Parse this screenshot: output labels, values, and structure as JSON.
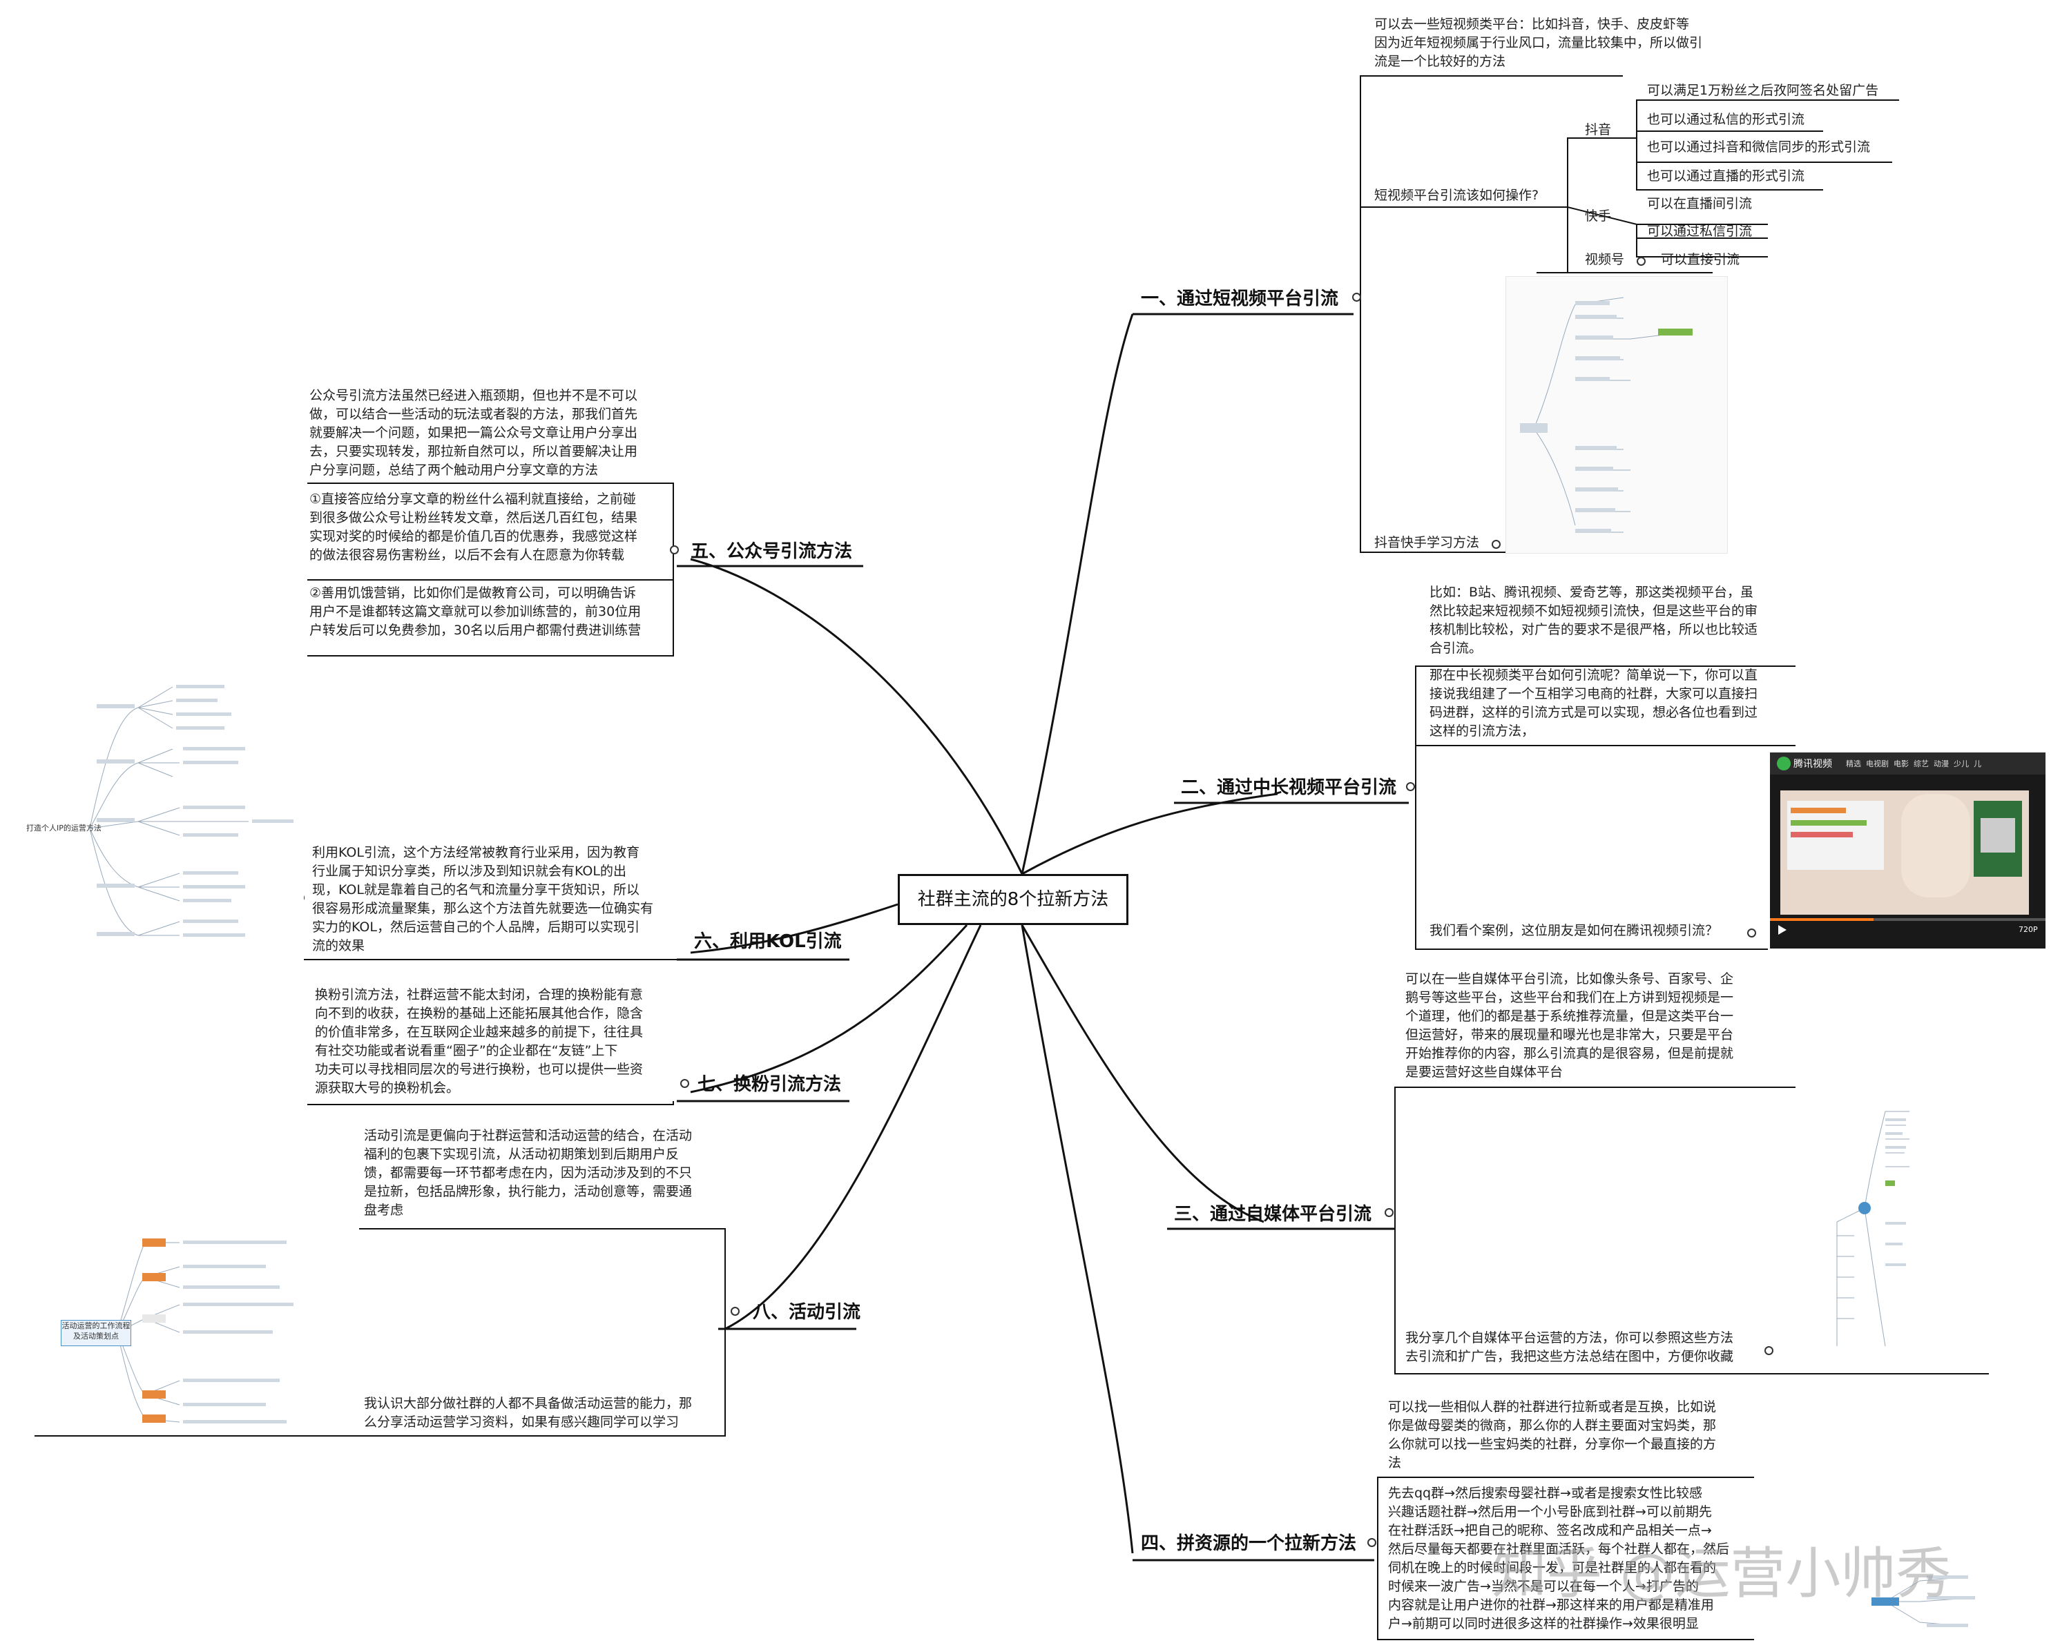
{
  "center": "社群主流的8个拉新方法",
  "branches": {
    "b1": "一、通过短视频平台引流",
    "b2": "二、通过中长视频平台引流",
    "b3": "三、通过自媒体平台引流",
    "b4": "四、拼资源的一个拉新方法",
    "b5": "五、公众号引流方法",
    "b6": "六、利用KOL引流",
    "b7": "七、换粉引流方法",
    "b8": "八、活动引流"
  },
  "b1": {
    "intro": "可以去一些短视频类平台：比如抖音，快手、皮皮虾等\n因为近年短视频属于行业风口，流量比较集中，所以做引\n流是一个比较好的方法",
    "question": "短视频平台引流该如何操作?",
    "douyin": "抖音",
    "douyin_items": [
      "可以满足1万粉丝之后孜阿签名处留广告",
      "也可以通过私信的形式引流",
      "也可以通过抖音和微信同步的形式引流",
      "也可以通过直播的形式引流"
    ],
    "kuaishou": "快手",
    "kuaishou_items": [
      "可以在直播间引流",
      "可以通过私信引流"
    ],
    "shipinhao": "视频号",
    "shipinhao_item": "可以直接引流",
    "study": "抖音快手学习方法"
  },
  "b2": {
    "intro": "比如：B站、腾讯视频、爱奇艺等，那这类视频平台，虽\n然比较起来短视频不如短视频引流快，但是这些平台的审\n核机制比较松，对广告的要求不是很严格，所以也比较适\n合引流。",
    "how": "那在中长视频类平台如何引流呢？简单说一下，你可以直\n接说我组建了一个互相学习电商的社群，大家可以直接扫\n码进群，这样的引流方式是可以实现，想必各位也看到过\n这样的引流方法，",
    "case": "我们看个案例，这位朋友是如何在腾讯视频引流？"
  },
  "video": {
    "logo": "腾讯视频",
    "tabs": "精选  电视剧  电影  综艺  动漫  少儿  儿",
    "time": "720P"
  },
  "b3": {
    "intro": "可以在一些自媒体平台引流，比如像头条号、百家号、企\n鹅号等这些平台，这些平台和我们在上方讲到短视频是一\n个道理，他们的都是基于系统推荐流量，但是这类平台一\n但运营好，带来的展现量和曝光也是非常大，只要是平台\n开始推荐你的内容，那么引流真的是很容易，但是前提就\n是要运营好这些自媒体平台",
    "share": "我分享几个自媒体平台运营的方法，你可以参照这些方法\n去引流和扩广告，我把这些方法总结在图中，方便你收藏"
  },
  "b4": {
    "intro": "可以找一些相似人群的社群进行拉新或者是互换，比如说\n你是做母婴类的微商，那么你的人群主要面对宝妈类，那\n么你就可以找一些宝妈类的社群，分享你一个最直接的方\n法",
    "steps": "先去qq群→然后搜索母婴社群→或者是搜索女性比较感\n兴趣话题社群→然后用一个小号卧底到社群→可以前期先\n在社群活跃→把自己的昵称、签名改成和产品相关一点→\n然后尽量每天都要在社群里面活跃，每个社群人都在，然后\n伺机在晚上的时候时间段一发，可是社群里的人都在看的\n时候来一波广告→当然不是可以在每一个人→打广告的\n内容就是让用户进你的社群→那这样来的用户都是精准用\n户→前期可以同时进很多这样的社群操作→效果很明显"
  },
  "b5": {
    "intro": "公众号引流方法虽然已经进入瓶颈期，但也并不是不可以\n做，可以结合一些活动的玩法或者裂的方法，那我们首先\n就要解决一个问题，如果把一篇公众号文章让用户分享出\n去，只要实现转发，那拉新自然可以，所以首要解决让用\n户分享问题，总结了两个触动用户分享文章的方法",
    "m1": "①直接答应给分享文章的粉丝什么福利就直接给，之前碰\n到很多做公众号让粉丝转发文章，然后送几百红包，结果\n实现对奖的时候给的都是价值几百的优惠券，我感觉这样\n的做法很容易伤害粉丝，以后不会有人在愿意为你转载",
    "m2": "②善用饥饿营销，比如你们是做教育公司，可以明确告诉\n用户不是谁都转这篇文章就可以参加训练营的，前30位用\n户转发后可以免费参加，30名以后用户都需付费进训练营"
  },
  "b6": {
    "text": "利用KOL引流，这个方法经常被教育行业采用，因为教育\n行业属于知识分享类，所以涉及到知识就会有KOL的出\n现，KOL就是靠着自己的名气和流量分享干货知识，所以\n很容易形成流量聚集，那么这个方法首先就要选一位确实有\n实力的KOL，然后运营自己的个人品牌，后期可以实现引\n流的效果"
  },
  "b7": {
    "text": "换粉引流方法，社群运营不能太封闭，合理的换粉能有意\n向不到的收获，在换粉的基础上还能拓展其他合作，隐含\n的价值非常多，在互联网企业越来越多的前提下，往往具\n有社交功能或者说看重“圈子”的企业都在“友链”上下\n功夫可以寻找相同层次的号进行换粉，也可以提供一些资\n源获取大号的换粉机会。"
  },
  "b8": {
    "text": "活动引流是更偏向于社群运营和活动运营的结合，在活动\n福利的包裹下实现引流，从活动初期策划到后期用户反\n馈，都需要每一环节都考虑在内，因为活动涉及到的不只\n是拉新，包括品牌形象，执行能力，活动创意等，需要通\n盘考虑",
    "bottom": "我认识大部分做社群的人都不具备做活动运营的能力，那\n么分享活动运营学习资料，如果有感兴趣同学可以学习",
    "mini_title": "活动运营的工作流程\n及活动策划点"
  },
  "mini_kol_title": "打造个人IP的运营方法",
  "watermark": "知乎 @运营小帅秀",
  "colors": {
    "line": "#111111",
    "accent_green": "#7ab648",
    "accent_orange": "#e8883a",
    "accent_blue": "#4a90c8"
  }
}
